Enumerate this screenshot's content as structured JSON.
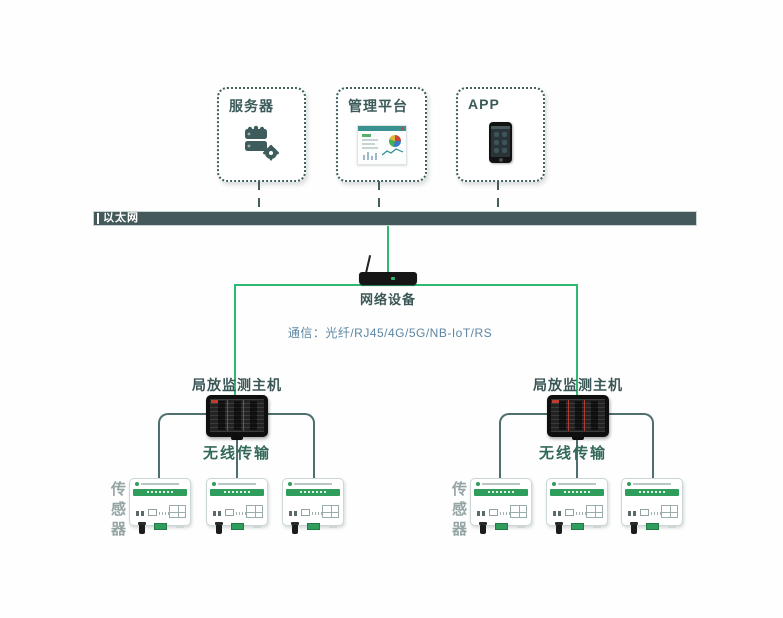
{
  "cloud_layer": {
    "boxes": [
      {
        "label": "服务器",
        "icon": "server-icon"
      },
      {
        "label": "管理平台",
        "icon": "dashboard-icon"
      },
      {
        "label": "APP",
        "icon": "smartphone-icon"
      }
    ]
  },
  "ethernet_bus": {
    "label": "以太网"
  },
  "network_device": {
    "label": "网络设备"
  },
  "communication": {
    "label": "通信：光纤/RJ45/4G/5G/NB-IoT/RS"
  },
  "left_branch": {
    "host_label": "局放监测主机",
    "wireless_label": "无线传输",
    "sensors_label": "传感器",
    "sensor_count": 3
  },
  "right_branch": {
    "host_label": "局放监测主机",
    "wireless_label": "无线传输",
    "sensors_label": "传感器",
    "sensor_count": 3
  },
  "colors": {
    "accent_green": "#2eb872",
    "bus_slate": "#44595a",
    "label_slate": "#3b5656",
    "line_slate": "#4f6f6f",
    "comm_blue": "#5d87a3",
    "sensor_group_gray": "#95a4a4",
    "device_banner_green": "#2f9e5c"
  }
}
